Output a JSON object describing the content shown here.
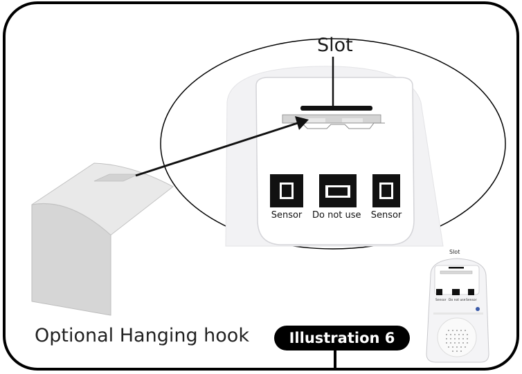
{
  "illustration": {
    "slot_label": "Slot",
    "port_labels": [
      "Sensor",
      "Do not use",
      "Sensor"
    ],
    "hook_caption": "Optional Hanging hook",
    "badge_label": "Illustration 6"
  },
  "device_thumbnail": {
    "slot_label": "Slot",
    "port_labels": [
      "Sensor",
      "Do not use",
      "Sensor"
    ]
  },
  "colors": {
    "frame": "#000000",
    "device_body": "#f0f0f2",
    "hook_fill": "#dcdcdc",
    "badge": "#000000"
  }
}
